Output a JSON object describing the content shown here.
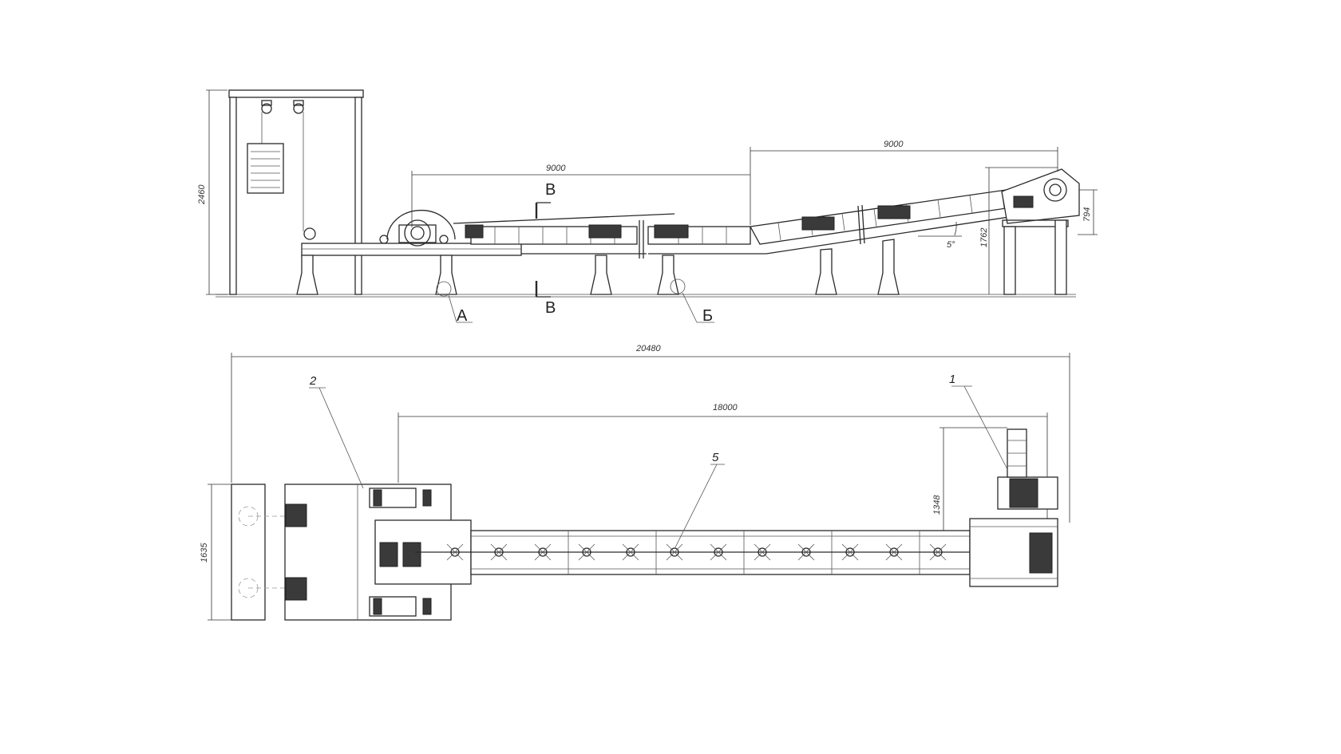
{
  "side_view": {
    "dims": {
      "height_total": "2460",
      "span_lower": "9000",
      "span_upper": "9000",
      "height_head": "1762",
      "head_offset": "794",
      "incline": "5°"
    },
    "labels": {
      "node_a": "А",
      "node_b": "Б",
      "section_top": "В",
      "section_bottom": "В"
    }
  },
  "plan_view": {
    "dims": {
      "overall_length": "20480",
      "chain_length": "18000",
      "drive_width": "1348",
      "width": "1635"
    },
    "callouts": {
      "drive": "1",
      "tail_section": "2",
      "chain": "5"
    }
  }
}
